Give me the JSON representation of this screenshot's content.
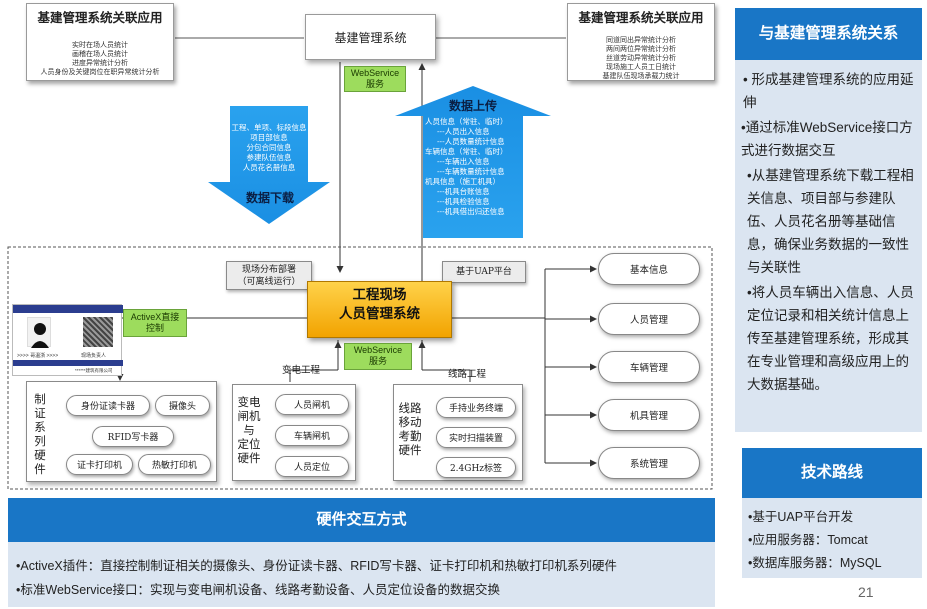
{
  "top_left_box": {
    "title": "基建管理系统关联应用",
    "lines": [
      "实时在场人员统计",
      "画稽在场人员统计",
      "进度异常统计分析",
      "人员身份及关键岗位在职异常统计分析"
    ]
  },
  "top_center_box": {
    "title": "基建管理系统"
  },
  "top_right_box": {
    "title": "基建管理系统关联应用",
    "lines": [
      "同道同出异常统计分析",
      "两间两位异常统计分析",
      "丝道劳动异常统计分析",
      "现场施工人员工日统计",
      "基建队伍现场承载力统计"
    ]
  },
  "webservice_top": {
    "line1": "WebService",
    "line2": "服务"
  },
  "download_arrow": {
    "lines": [
      "工程、单项、标段信息",
      "项目部信息",
      "分包合同信息",
      "参建队伍信息",
      "人员花名册信息"
    ],
    "title": "数据下载"
  },
  "upload_arrow": {
    "title": "数据上传",
    "lines": [
      "人员信息（常驻、临时）",
      "---人员出入信息",
      "---人员数量统计信息",
      "车辆信息（常驻、临时）",
      "---车辆出入信息",
      "---车辆数量统计信息",
      "机具信息（施工机具）",
      "---机具台账信息",
      "---机具检验信息",
      "---机具借出归还信息"
    ]
  },
  "deploy_label": {
    "line1": "现场分布部署",
    "line2": "（可离线运行）"
  },
  "uap_label": "基于UAP平台",
  "main_system": {
    "line1": "工程现场",
    "line2": "人员管理系统"
  },
  "activex_label": {
    "line1": "ActiveX直接",
    "line2": "控制"
  },
  "webservice_bottom": {
    "line1": "WebService",
    "line2": "服务"
  },
  "sub_labels": {
    "substation": "变电工程",
    "line": "线路工程"
  },
  "id_card": {
    "name_text": ">>>> 哥温浙 >>>>",
    "role_text": "现场负责人",
    "company_text": "******建筑有限公司"
  },
  "hardware_group": {
    "title_chars": [
      "制",
      "证",
      "系",
      "列",
      "硬",
      "件"
    ],
    "items": [
      "身份证读卡器",
      "摄像头",
      "RFID写卡器",
      "证卡打印机",
      "热敏打印机"
    ]
  },
  "substation_group": {
    "title_lines": [
      "变电",
      "闸机",
      "与",
      "定位",
      "硬件"
    ],
    "items": [
      "人员闸机",
      "车辆闸机",
      "人员定位"
    ]
  },
  "line_group": {
    "title_lines": [
      "线路",
      "移动",
      "考勤",
      "硬件"
    ],
    "items": [
      "手持业务终端",
      "实时扫描装置",
      "2.4GHz标签"
    ]
  },
  "modules": [
    "基本信息",
    "人员管理",
    "车辆管理",
    "机具管理",
    "系统管理"
  ],
  "hardware_interaction": {
    "title": "硬件交互方式",
    "bullets": [
      "•ActiveX插件：直接控制制证相关的摄像头、身份证读卡器、RFID写卡器、证卡打印机和热敏打印机系列硬件",
      "•标准WebService接口：实现与变电闸机设备、线路考勤设备、人员定位设备的数据交换"
    ]
  },
  "relation_panel": {
    "title": "与基建管理系统关系",
    "bullets": [
      "• 形成基建管理系统的应用延伸",
      "•通过标准WebService接口方式进行数据交互",
      "•从基建管理系统下载工程相关信息、项目部与参建队伍、人员花名册等基础信息，确保业务数据的一致性与关联性",
      "•将人员车辆出入信息、人员定位记录和相关统计信息上传至基建管理系统，形成其在专业管理和高级应用上的大数据基础。"
    ]
  },
  "tech_panel": {
    "title": "技术路线",
    "bullets": [
      "•基于UAP平台开发",
      "•应用服务器：Tomcat",
      "•数据库服务器：MySQL"
    ]
  },
  "page_number": "21",
  "colors": {
    "accent_blue": "#1976c6",
    "arrow_blue": "#2a9bea",
    "panel_bg": "#dbe5f1",
    "main_orange": "#f5a800",
    "ws_green": "#9ddc5d"
  }
}
